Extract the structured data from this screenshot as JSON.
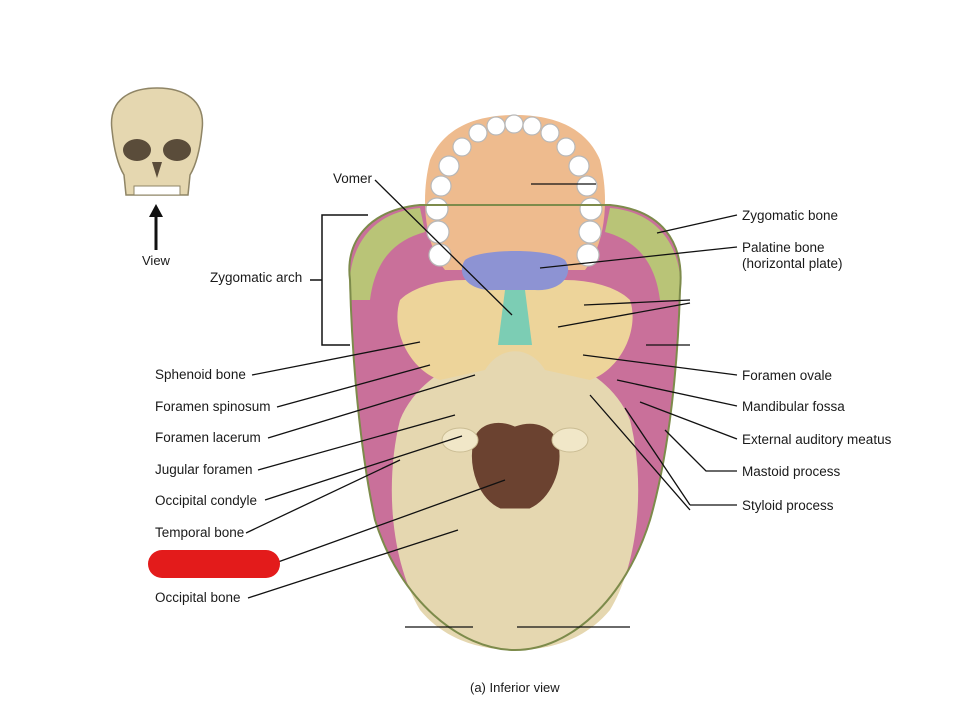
{
  "caption": "(a) Inferior view",
  "orientation": {
    "view_label": "View"
  },
  "labels_left": {
    "zygomatic_arch": "Zygomatic arch",
    "vomer": "Vomer",
    "sphenoid_bone": "Sphenoid bone",
    "foramen_spinosum": "Foramen spinosum",
    "foramen_lacerum": "Foramen lacerum",
    "jugular_foramen": "Jugular foramen",
    "occipital_condyle": "Occipital condyle",
    "temporal_bone": "Temporal bone",
    "occipital_bone": "Occipital bone"
  },
  "labels_right": {
    "zygomatic_bone": "Zygomatic bone",
    "palatine_bone": "Palatine bone (horizontal plate)",
    "foramen_ovale": "Foramen ovale",
    "mandibular_fossa": "Mandibular fossa",
    "external_auditory_meatus": "External auditory meatus",
    "mastoid_process": "Mastoid process",
    "styloid_process": "Styloid process"
  },
  "colors": {
    "occipital": "#e5d7b0",
    "sphenoid": "#edd49a",
    "temporal": "#c9709a",
    "zygomatic": "#b9c477",
    "maxilla": "#eebb8e",
    "palatine": "#8d93d3",
    "vomer": "#7ccdb4",
    "teeth": "#ffffff",
    "foramen_magnum": "#6b4230",
    "redaction": "#e31b1b"
  }
}
